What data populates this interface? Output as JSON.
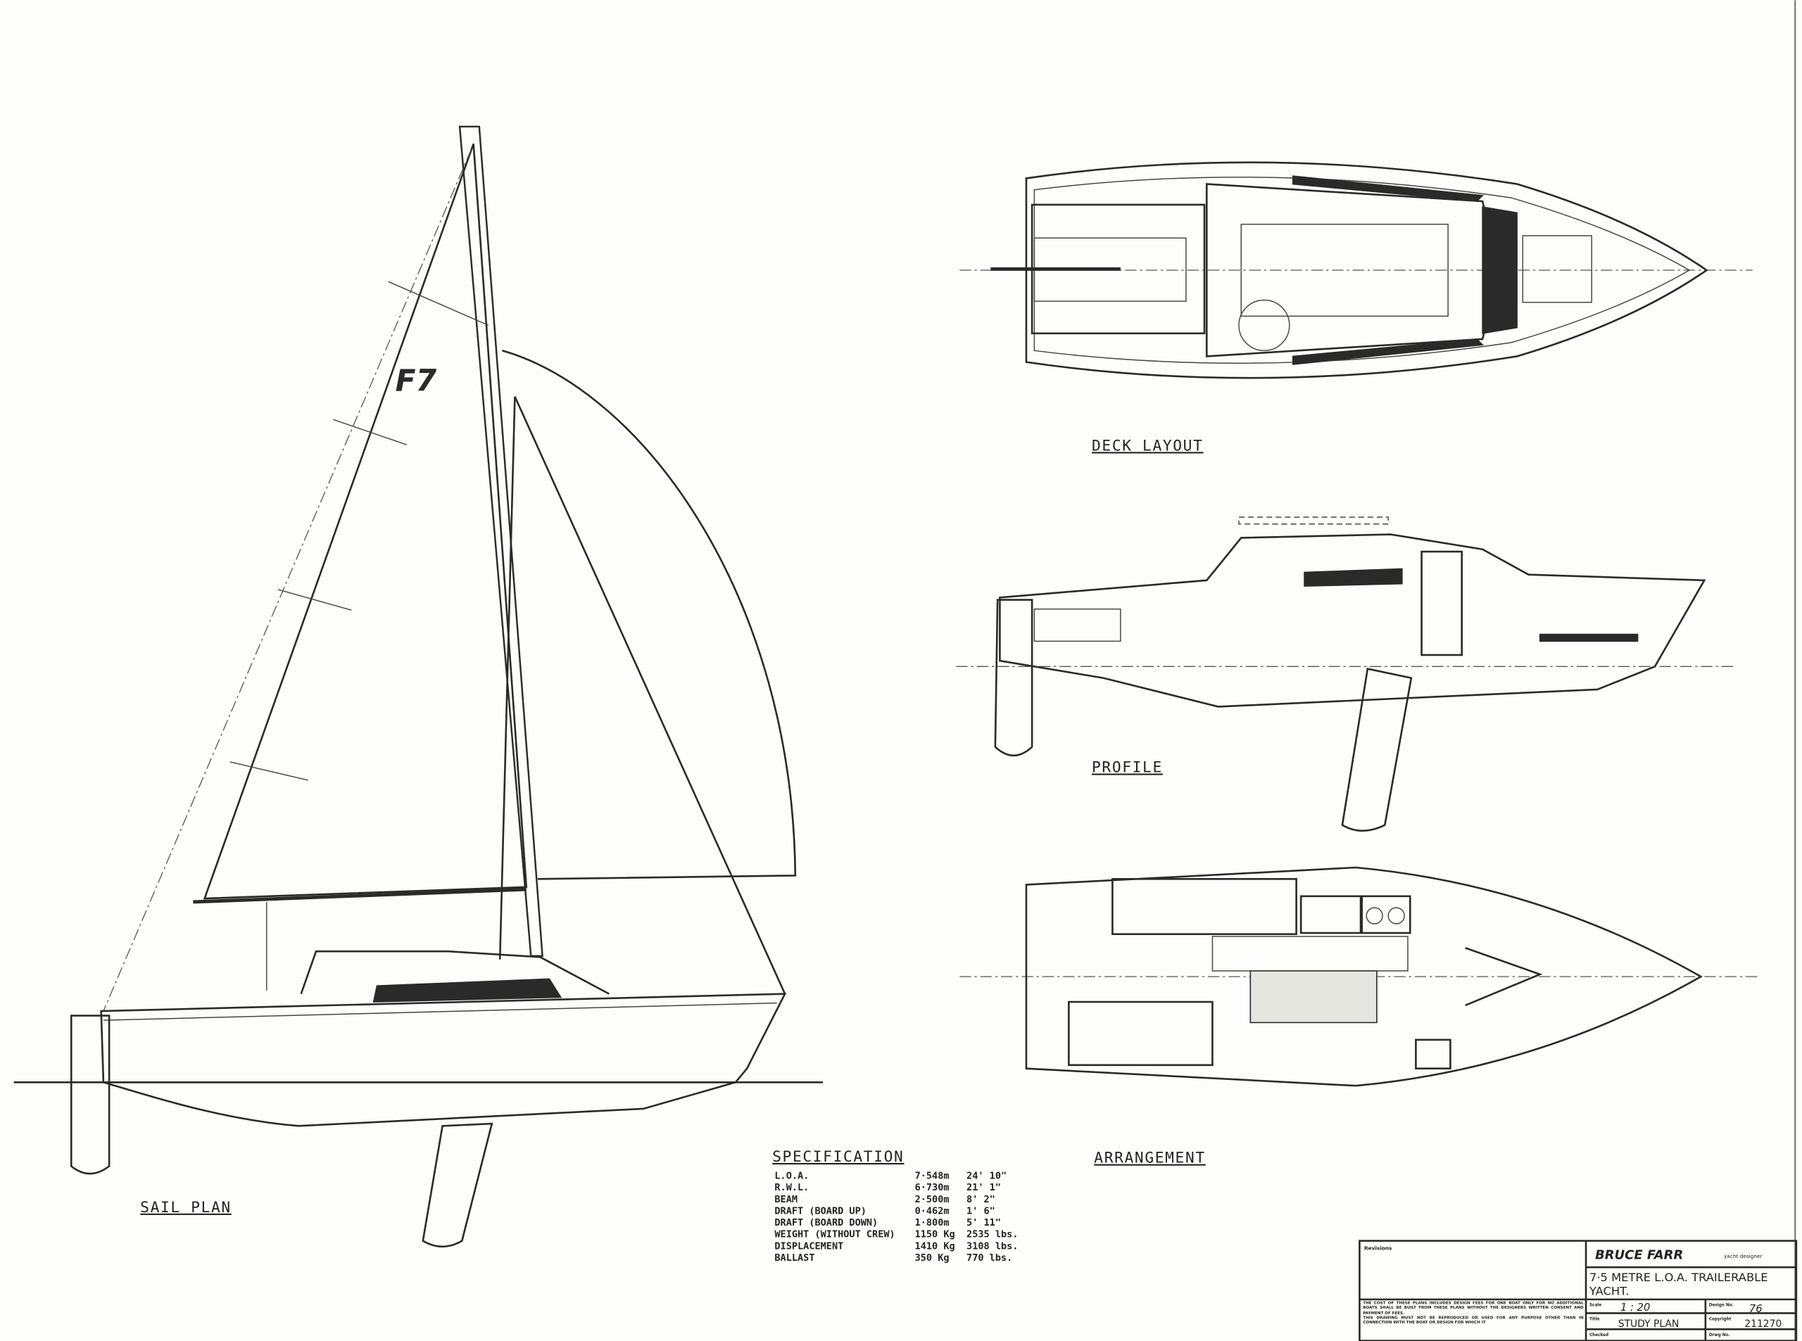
{
  "views": {
    "sail_plan": "SAIL PLAN",
    "deck_layout": "DECK LAYOUT",
    "profile": "PROFILE",
    "arrangement": "ARRANGEMENT"
  },
  "sail_insignia": "F7",
  "specification": {
    "title": "SPECIFICATION",
    "rows": [
      {
        "label": "L.O.A.",
        "metric": "7·548m",
        "imperial": "24' 10\""
      },
      {
        "label": "R.W.L.",
        "metric": "6·730m",
        "imperial": "21' 1\""
      },
      {
        "label": "BEAM",
        "metric": "2·500m",
        "imperial": "8' 2\""
      },
      {
        "label": "DRAFT (BOARD UP)",
        "metric": "0·462m",
        "imperial": "1' 6\""
      },
      {
        "label": "DRAFT (BOARD DOWN)",
        "metric": "1·800m",
        "imperial": "5' 11\""
      },
      {
        "label": "WEIGHT (WITHOUT CREW)",
        "metric": "1150 Kg",
        "imperial": "2535 lbs."
      },
      {
        "label": "DISPLACEMENT",
        "metric": "1410 Kg",
        "imperial": "3108 lbs."
      },
      {
        "label": "BALLAST",
        "metric": "350 Kg",
        "imperial": "770 lbs."
      }
    ]
  },
  "title_block": {
    "revisions_label": "Revisions",
    "designer": "BRUCE FARR",
    "designer_sub": "yacht designer",
    "title_line1": "7·5 METRE L.O.A. TRAILERABLE",
    "title_line2": "YACHT.",
    "notice_1": "THE COST OF THESE PLANS INCLUDES DESIGN FEES FOR ONE BOAT ONLY FOR        NO ADDITIONAL BOATS SHALL BE BUILT FROM THESE PLANS WITHOUT THE DESIGNERS WRITTEN CONSENT AND PAYMENT OF FEES.",
    "notice_2": "THIS DRAWING MUST NOT BE REPRODUCED OR USED FOR ANY PURPOSE OTHER THAN IN CONNECTION WITH THE BOAT OR DESIGN FOR WHICH IT",
    "scale_label": "Scale",
    "scale": "1 : 20",
    "design_no_label": "Design No.",
    "design_no": "76",
    "title_label": "Title",
    "title": "STUDY PLAN",
    "copyright_label": "Copyright",
    "copyright": "211270",
    "checked_label": "Checked",
    "drwg_no_label": "Drwg No."
  }
}
